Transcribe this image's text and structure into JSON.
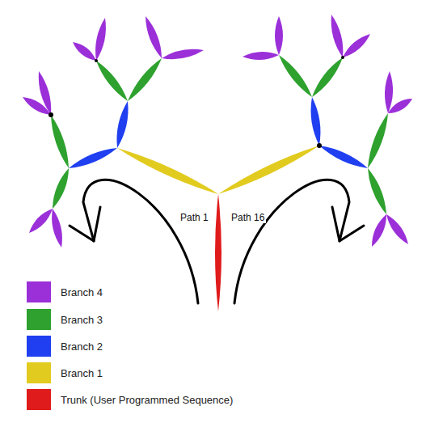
{
  "diagram": {
    "labels": [
      "Path 1",
      "Path 16"
    ],
    "legend": [
      {
        "text": "Branch 4",
        "color": "#9b30d9"
      },
      {
        "text": "Branch 3",
        "color": "#2ea12e"
      },
      {
        "text": "Branch 2",
        "color": "#1f3ff0"
      },
      {
        "text": "Branch 1",
        "color": "#e2cb1f"
      },
      {
        "text": "Trunk (User Programmed Sequence)",
        "color": "#e01b1b"
      }
    ]
  }
}
